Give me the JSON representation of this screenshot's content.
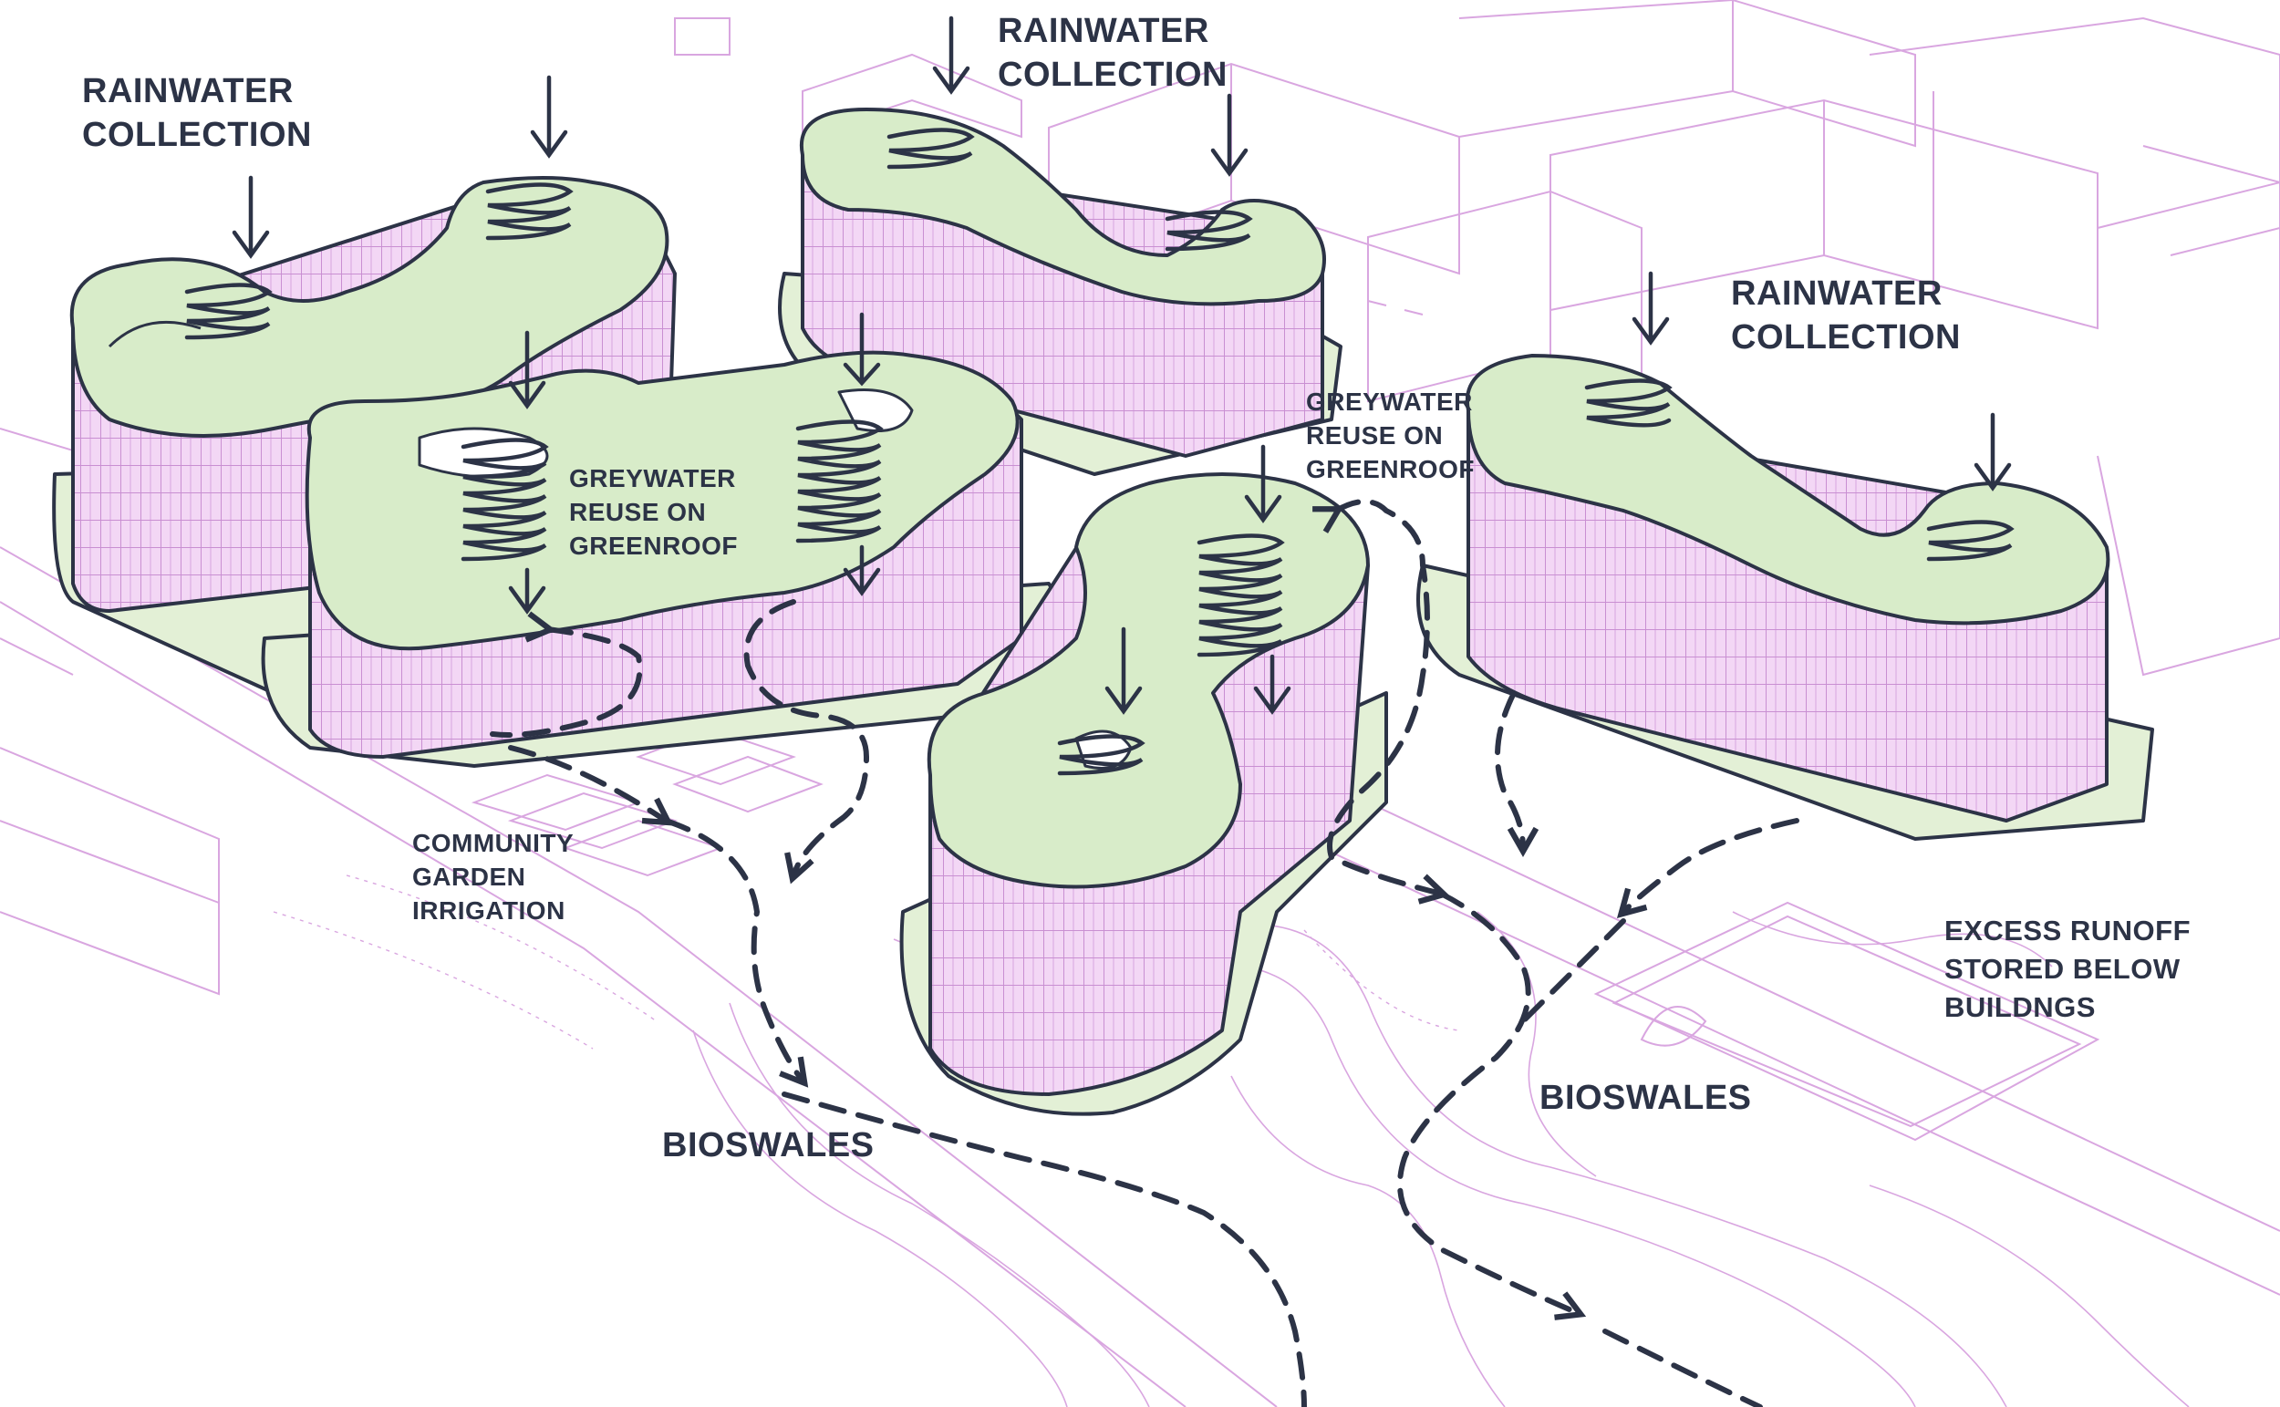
{
  "labels": {
    "rainwater_left": [
      "RAINWATER",
      "COLLECTION"
    ],
    "rainwater_top": [
      "RAINWATER",
      "COLLECTION"
    ],
    "rainwater_right": [
      "RAINWATER",
      "COLLECTION"
    ],
    "greywater_left": [
      "GREYWATER",
      "REUSE ON",
      "GREENROOF"
    ],
    "greywater_right": [
      "GREYWATER",
      "REUSE ON",
      "GREENROOF"
    ],
    "garden": [
      "COMMUNITY",
      "GARDEN",
      "IRRIGATION"
    ],
    "excess": [
      "EXCESS RUNOFF",
      "STORED BELOW",
      "BUILDNGS"
    ],
    "bioswales_left": "BIOSWALES",
    "bioswales_right": "BIOSWALES"
  },
  "colors": {
    "ink": "#2c3346",
    "context_lines": "#d9a6e0",
    "facade": "#f3d7f5",
    "facade_lines": "#c98fd2",
    "green_roof": "#d8ecc9",
    "podium": "#e3f0d6"
  }
}
